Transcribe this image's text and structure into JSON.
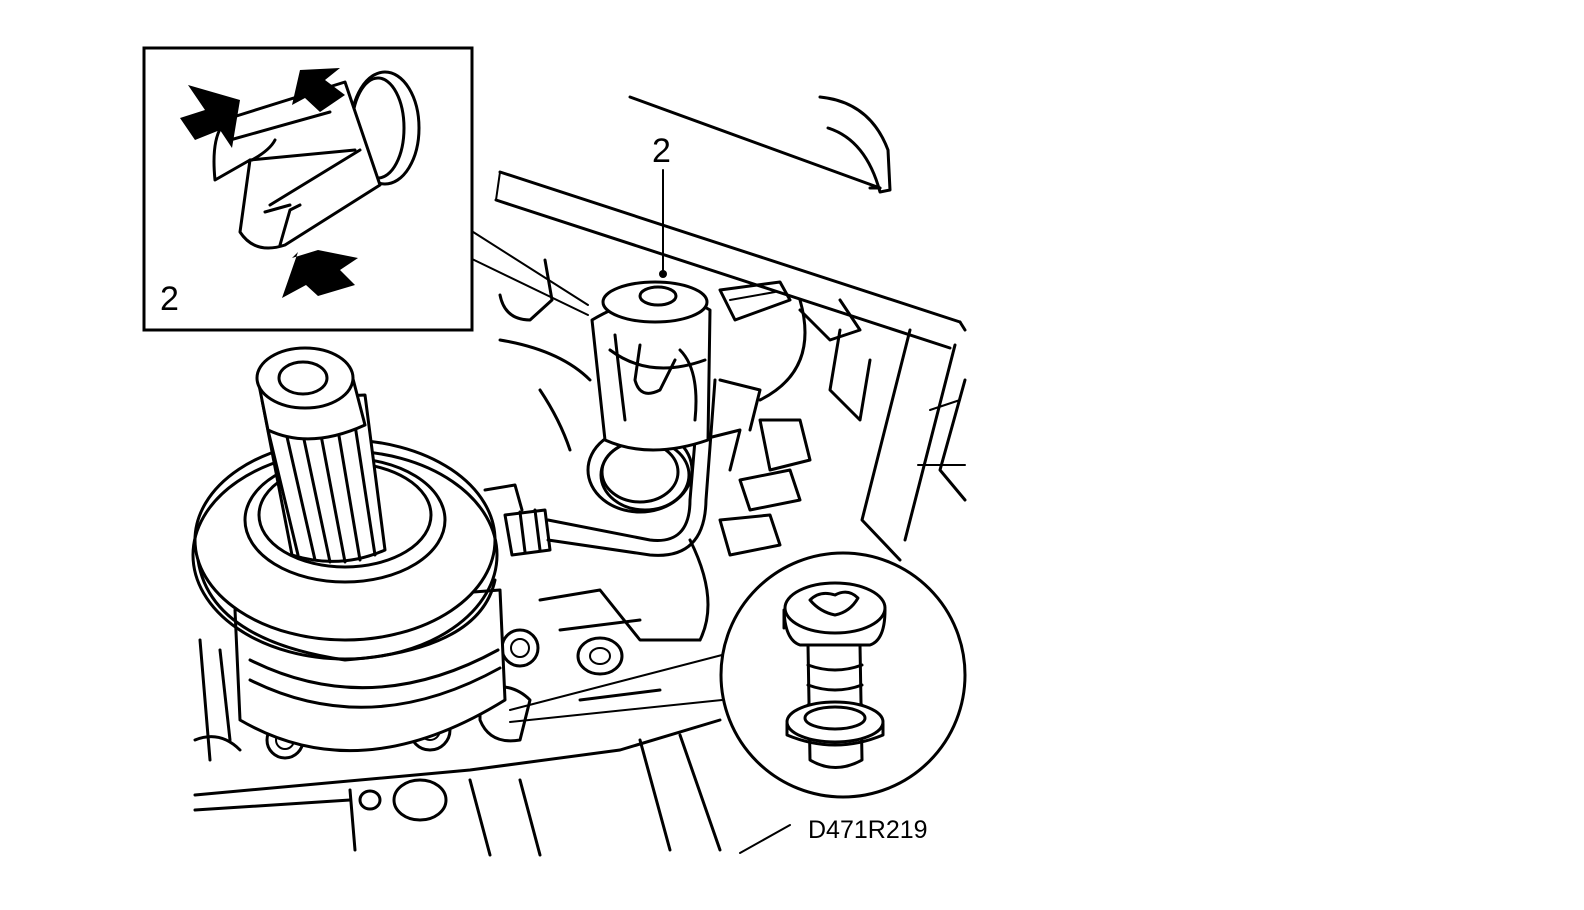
{
  "callouts": {
    "inset_label": "2",
    "part_label": "2"
  },
  "figure_code": "D471R219",
  "icons": {
    "inset": "clip-detail-icon",
    "screw": "torx-screw-icon"
  }
}
